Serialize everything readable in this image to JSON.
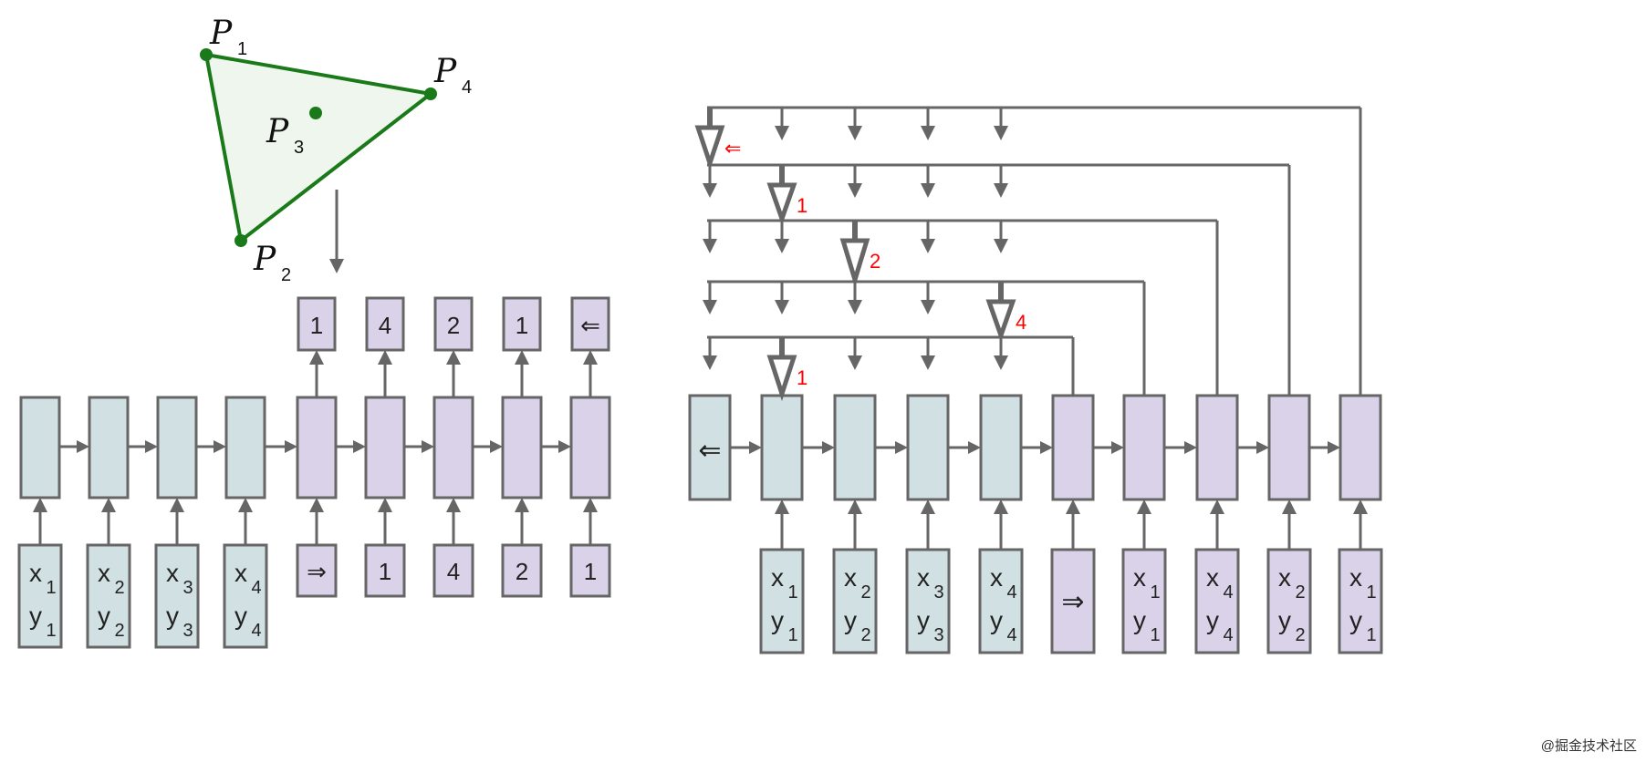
{
  "colors": {
    "encoder": "#d0e0e3",
    "decoder": "#d9d2e9",
    "stroke": "#666666",
    "triangle": "#1a7a1a",
    "triangle_fill": "#eef6ee",
    "pointer_label": "#ff0000"
  },
  "triangle": {
    "points": [
      {
        "label": "P",
        "sub": "1"
      },
      {
        "label": "P",
        "sub": "2"
      },
      {
        "label": "P",
        "sub": "3"
      },
      {
        "label": "P",
        "sub": "4"
      }
    ]
  },
  "left": {
    "inputs": [
      {
        "x": "x",
        "xs": "1",
        "y": "y",
        "ys": "1"
      },
      {
        "x": "x",
        "xs": "2",
        "y": "y",
        "ys": "2"
      },
      {
        "x": "x",
        "xs": "3",
        "y": "y",
        "ys": "3"
      },
      {
        "x": "x",
        "xs": "4",
        "y": "y",
        "ys": "4"
      }
    ],
    "decoder_inputs": [
      "⇒",
      "1",
      "4",
      "2",
      "1"
    ],
    "outputs": [
      "1",
      "4",
      "2",
      "1",
      "⇐"
    ]
  },
  "right": {
    "start_cell": "⇐",
    "inputs": [
      {
        "x": "x",
        "xs": "1",
        "y": "y",
        "ys": "1"
      },
      {
        "x": "x",
        "xs": "2",
        "y": "y",
        "ys": "2"
      },
      {
        "x": "x",
        "xs": "3",
        "y": "y",
        "ys": "3"
      },
      {
        "x": "x",
        "xs": "4",
        "y": "y",
        "ys": "4"
      }
    ],
    "decoder_start": "⇒",
    "decoder_inputs": [
      {
        "x": "x",
        "xs": "1",
        "y": "y",
        "ys": "1"
      },
      {
        "x": "x",
        "xs": "4",
        "y": "y",
        "ys": "4"
      },
      {
        "x": "x",
        "xs": "2",
        "y": "y",
        "ys": "2"
      },
      {
        "x": "x",
        "xs": "1",
        "y": "y",
        "ys": "1"
      }
    ],
    "attention_steps": [
      {
        "selected": 0,
        "label": "⇐"
      },
      {
        "selected": 1,
        "label": "1"
      },
      {
        "selected": 2,
        "label": "2"
      },
      {
        "selected": 4,
        "label": "4"
      },
      {
        "selected": 1,
        "label": "1"
      }
    ]
  },
  "watermark": "@掘金技术社区"
}
